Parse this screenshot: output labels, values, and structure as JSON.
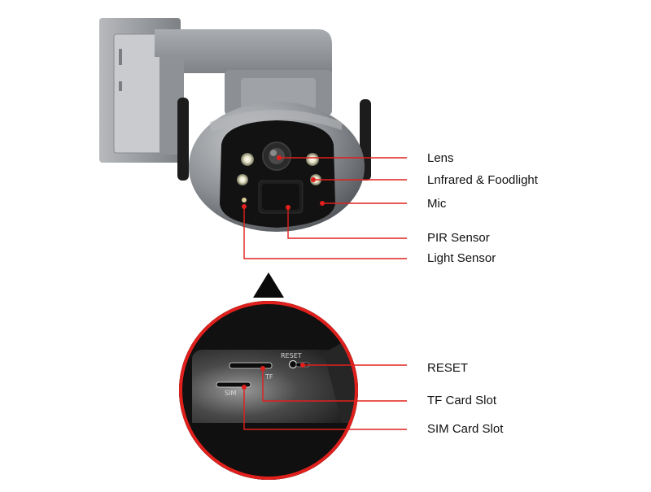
{
  "top_callouts": [
    {
      "id": "lens",
      "label": "Lens"
    },
    {
      "id": "infrared",
      "label": "Lnfrared & Foodlight"
    },
    {
      "id": "mic",
      "label": "Mic"
    },
    {
      "id": "pir",
      "label": "PIR Sensor"
    },
    {
      "id": "light",
      "label": "Light Sensor"
    }
  ],
  "bottom_callouts": [
    {
      "id": "reset",
      "label": "RESET"
    },
    {
      "id": "tf",
      "label": "TF Card Slot"
    },
    {
      "id": "sim",
      "label": "SIM Card Slot"
    }
  ],
  "panel_labels": {
    "reset": "RESET",
    "tf": "TF",
    "sim": "SIM"
  },
  "colors": {
    "leader": "#e0201c",
    "camera_body": "#8c8f93",
    "lens_face": "#121212",
    "zoom_ring": "#e0201c"
  }
}
